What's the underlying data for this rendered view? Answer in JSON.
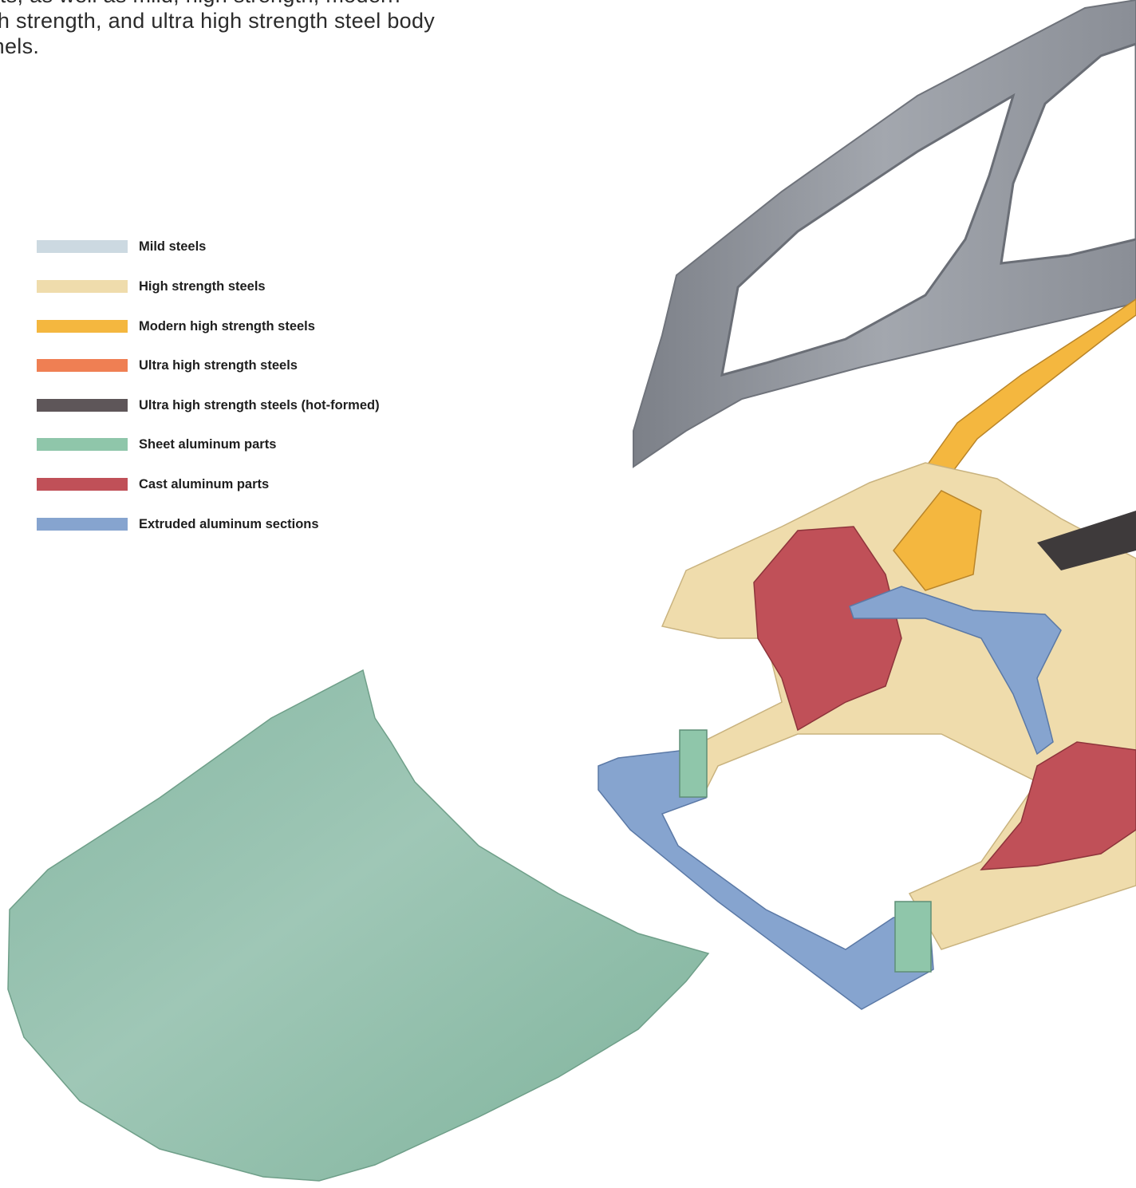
{
  "intro": {
    "lines": [
      "parts, as well as mild, high strength, modern",
      "high strength, and ultra high strength steel body",
      "panels."
    ]
  },
  "legend": {
    "items": [
      {
        "label": "Mild steels",
        "color": "#ccd9e1"
      },
      {
        "label": "High strength steels",
        "color": "#efdcac"
      },
      {
        "label": "Modern high strength steels",
        "color": "#f4b73f"
      },
      {
        "label": "Ultra high strength steels",
        "color": "#ef7f53"
      },
      {
        "label": "Ultra high strength steels (hot-formed)",
        "color": "#5e5659"
      },
      {
        "label": "Sheet aluminum parts",
        "color": "#8fc6aa"
      },
      {
        "label": "Cast aluminum parts",
        "color": "#c05058"
      },
      {
        "label": "Extruded aluminum sections",
        "color": "#86a4cf"
      }
    ]
  },
  "illustration": {
    "parts": [
      {
        "name": "side-frame",
        "color": "#8a8e96"
      },
      {
        "name": "front-structure",
        "color": "#efdcac"
      },
      {
        "name": "a-pillar",
        "color": "#f4b73f"
      },
      {
        "name": "suspension-towers",
        "color": "#c05058"
      },
      {
        "name": "strut-brace-and-bumper-beam",
        "color": "#86a4cf"
      },
      {
        "name": "hood",
        "color": "#9cc4b3"
      }
    ]
  }
}
